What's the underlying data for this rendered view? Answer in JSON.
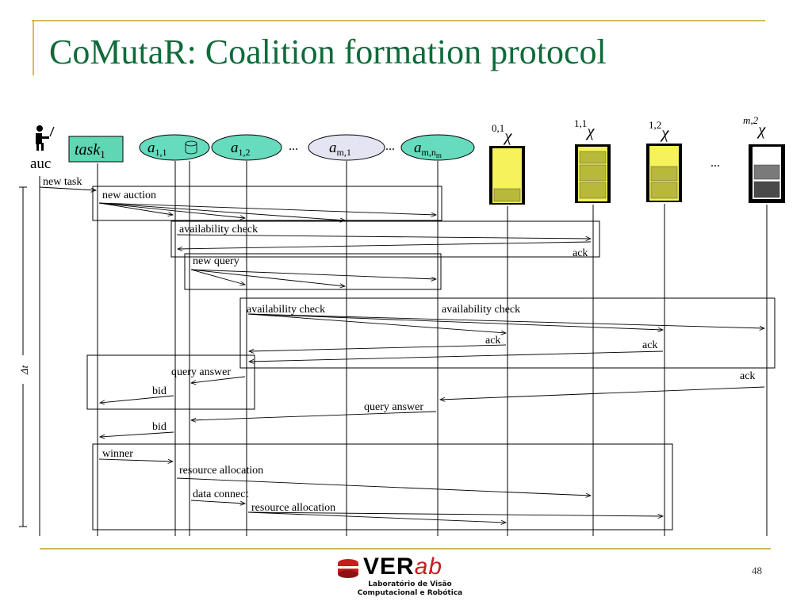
{
  "slide": {
    "title": "CoMutaR: Coalition formation protocol",
    "page_number": "48"
  },
  "logo": {
    "brand_main": "VER",
    "brand_suffix": "ab",
    "line1": "Laboratório de Visão",
    "line2": "Computacional e Robótica"
  },
  "colors": {
    "title": "#0e6b3a",
    "rule_gold": "#c9a227",
    "agent_fill": "#66dbbd",
    "agent_fill_alt": "#e4e4f2",
    "task_fill": "#5fd6b4",
    "resource_yellow": "#f5f25a",
    "resource_olive": "#b8b83a",
    "resource_gray": "#7a7a7a"
  },
  "diagram": {
    "auctioneer_label": "auc",
    "task_label": "task",
    "task_sub": "1",
    "agents": [
      {
        "base": "a",
        "sub": "1,1"
      },
      {
        "base": "a",
        "sub": "1,2"
      },
      {
        "base": "a",
        "sub": "m,1"
      },
      {
        "base": "a",
        "sub": "m,n",
        "subsub": "m"
      }
    ],
    "ellipsis": "...",
    "resources": [
      {
        "sup": "0,1",
        "sym": "χ"
      },
      {
        "sup": "1,1",
        "sym": "χ"
      },
      {
        "sup": "1,2",
        "sym": "χ"
      },
      {
        "sup": "m,2",
        "sym": "χ"
      }
    ],
    "delta_t": "Δt",
    "messages": {
      "new_task": "new task",
      "new_auction": "new auction",
      "availability_check_1": "availability check",
      "ack_1": "ack",
      "new_query": "new query",
      "availability_check_2": "availability check",
      "availability_check_3": "availability check",
      "ack_2": "ack",
      "ack_3": "ack",
      "query_answer_1": "query answer",
      "ack_4": "ack",
      "bid_1": "bid",
      "query_answer_2": "query answer",
      "bid_2": "bid",
      "winner": "winner",
      "resource_allocation_1": "resource allocation",
      "data_connect": "data connect",
      "resource_allocation_2": "resource allocation"
    }
  }
}
